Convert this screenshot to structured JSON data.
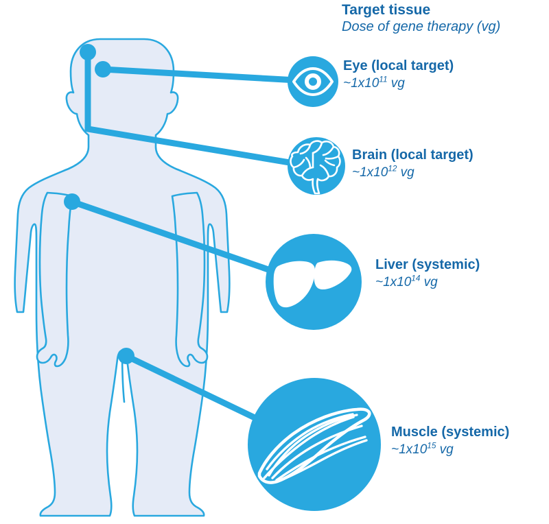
{
  "header": {
    "title": "Target tissue",
    "subtitle": "Dose of gene therapy (vg)"
  },
  "figure": {
    "name": "human-body-silhouette",
    "fill_color": "#e5ebf7",
    "stroke_color": "#29a8df"
  },
  "colors": {
    "accent_blue": "#29a8df",
    "label_blue": "#1568a8",
    "body_fill": "#e5ebf7",
    "icon_white": "#ffffff",
    "background": "#ffffff"
  },
  "targets": [
    {
      "id": "eye",
      "icon": "eye-icon",
      "title": "Eye (local target)",
      "dose_prefix": "~1x10",
      "dose_exponent": "11",
      "dose_unit": " vg",
      "scope": "local target",
      "dose_value": "~1x10^11 vg",
      "marker_label": "eye-marker-dot"
    },
    {
      "id": "brain",
      "icon": "brain-icon",
      "title": "Brain (local target)",
      "dose_prefix": "~1x10",
      "dose_exponent": "12",
      "dose_unit": " vg",
      "scope": "local target",
      "dose_value": "~1x10^12 vg",
      "marker_label": "brain-marker-dot"
    },
    {
      "id": "liver",
      "icon": "liver-icon",
      "title": "Liver (systemic)",
      "dose_prefix": "~1x10",
      "dose_exponent": "14",
      "dose_unit": " vg",
      "scope": "systemic",
      "dose_value": "~1x10^14 vg",
      "marker_label": "liver-marker-dot"
    },
    {
      "id": "muscle",
      "icon": "muscle-icon",
      "title": "Muscle (systemic)",
      "dose_prefix": "~1x10",
      "dose_exponent": "15",
      "dose_unit": " vg",
      "scope": "systemic",
      "dose_value": "~1x10^15 vg",
      "marker_label": "muscle-marker-dot"
    }
  ]
}
